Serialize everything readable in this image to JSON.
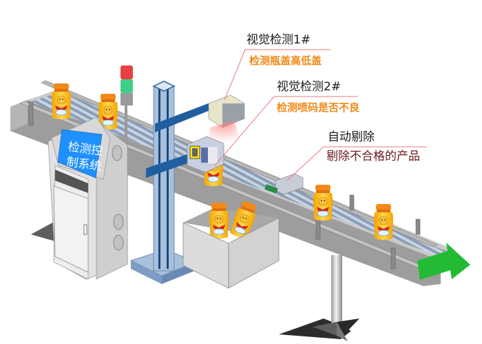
{
  "diagram": {
    "subject": "bottle inspection conveyor line",
    "control_cabinet": {
      "screen_text_line1": "检测控",
      "screen_text_line2": "制系统",
      "screen_color": "#1e90ff"
    },
    "stations": [
      {
        "id": "vision-1",
        "title": "视觉检测1#",
        "description": "检测瓶盖高低盖",
        "description_color": "#f08a1c"
      },
      {
        "id": "vision-2",
        "title": "视觉检测2#",
        "description": "检测喷码是否不良",
        "description_color": "#f08a1c"
      },
      {
        "id": "auto-reject",
        "title": "自动剔除",
        "description": "剔除不合格的产品",
        "description_color": "#6b1a1a"
      }
    ],
    "signal_tower": {
      "lights": [
        "red",
        "green"
      ]
    },
    "flow_direction_arrow_color": "#22bb33",
    "leader_line_color": "#e87a7a"
  }
}
